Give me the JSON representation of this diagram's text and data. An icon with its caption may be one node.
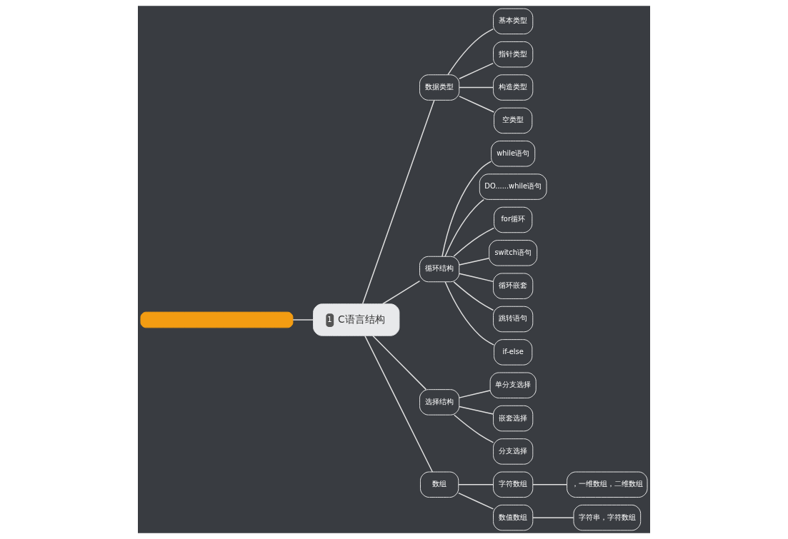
{
  "diagram": {
    "nodes": [
      {
        "text": [],
        "shape": "box"
      },
      {
        "text": [
          "1",
          "C语言结构"
        ]
      },
      {
        "text": [
          "数据类型"
        ]
      },
      {
        "text": [
          "基本类型"
        ]
      },
      {
        "text": [
          "指针类型"
        ]
      },
      {
        "text": [
          "构造类型"
        ]
      },
      {
        "text": [
          "空类型"
        ]
      },
      {
        "text": [
          "循环结构"
        ]
      },
      {
        "text": [
          "while语句"
        ]
      },
      {
        "text": [
          "DO......while语句"
        ]
      },
      {
        "text": [
          "for循环"
        ]
      },
      {
        "text": [
          "switch语句"
        ]
      },
      {
        "text": [
          "循环嵌套"
        ]
      },
      {
        "text": [
          "跳转语句"
        ]
      },
      {
        "text": [
          "if-else"
        ]
      },
      {
        "text": [
          "选择结构"
        ]
      },
      {
        "text": [
          "单分支选择"
        ]
      },
      {
        "text": [
          "嵌套选择"
        ]
      },
      {
        "text": [
          "分支选择"
        ]
      },
      {
        "text": [
          "数组"
        ]
      },
      {
        "text": [
          "字符数组"
        ]
      },
      {
        "text": [
          "，一维数组，二维数组"
        ]
      },
      {
        "text": [
          "数值数组"
        ]
      },
      {
        "text": [
          "字符串，字符数组"
        ]
      }
    ],
    "edges": [
      {
        "from": 0,
        "to": 1,
        "arrow": "none"
      },
      {
        "from": 1,
        "to": 2,
        "arrow": "none"
      },
      {
        "from": 2,
        "to": 3,
        "arrow": "none"
      },
      {
        "from": 2,
        "to": 4,
        "arrow": "none"
      },
      {
        "from": 2,
        "to": 5,
        "arrow": "none"
      },
      {
        "from": 2,
        "to": 6,
        "arrow": "none"
      },
      {
        "from": 1,
        "to": 7,
        "arrow": "none"
      },
      {
        "from": 7,
        "to": 8,
        "arrow": "none"
      },
      {
        "from": 7,
        "to": 9,
        "arrow": "none"
      },
      {
        "from": 7,
        "to": 10,
        "arrow": "none"
      },
      {
        "from": 7,
        "to": 11,
        "arrow": "none"
      },
      {
        "from": 7,
        "to": 12,
        "arrow": "none"
      },
      {
        "from": 7,
        "to": 13,
        "arrow": "none"
      },
      {
        "from": 7,
        "to": 14,
        "arrow": "none"
      },
      {
        "from": 1,
        "to": 15,
        "arrow": "none"
      },
      {
        "from": 15,
        "to": 16,
        "arrow": "none"
      },
      {
        "from": 15,
        "to": 17,
        "arrow": "none"
      },
      {
        "from": 15,
        "to": 18,
        "arrow": "none"
      },
      {
        "from": 1,
        "to": 19,
        "arrow": "none"
      },
      {
        "from": 19,
        "to": 20,
        "arrow": "none"
      },
      {
        "from": 20,
        "to": 21,
        "arrow": "none"
      },
      {
        "from": 19,
        "to": 22,
        "arrow": "none"
      },
      {
        "from": 22,
        "to": 23,
        "arrow": "none"
      }
    ]
  }
}
